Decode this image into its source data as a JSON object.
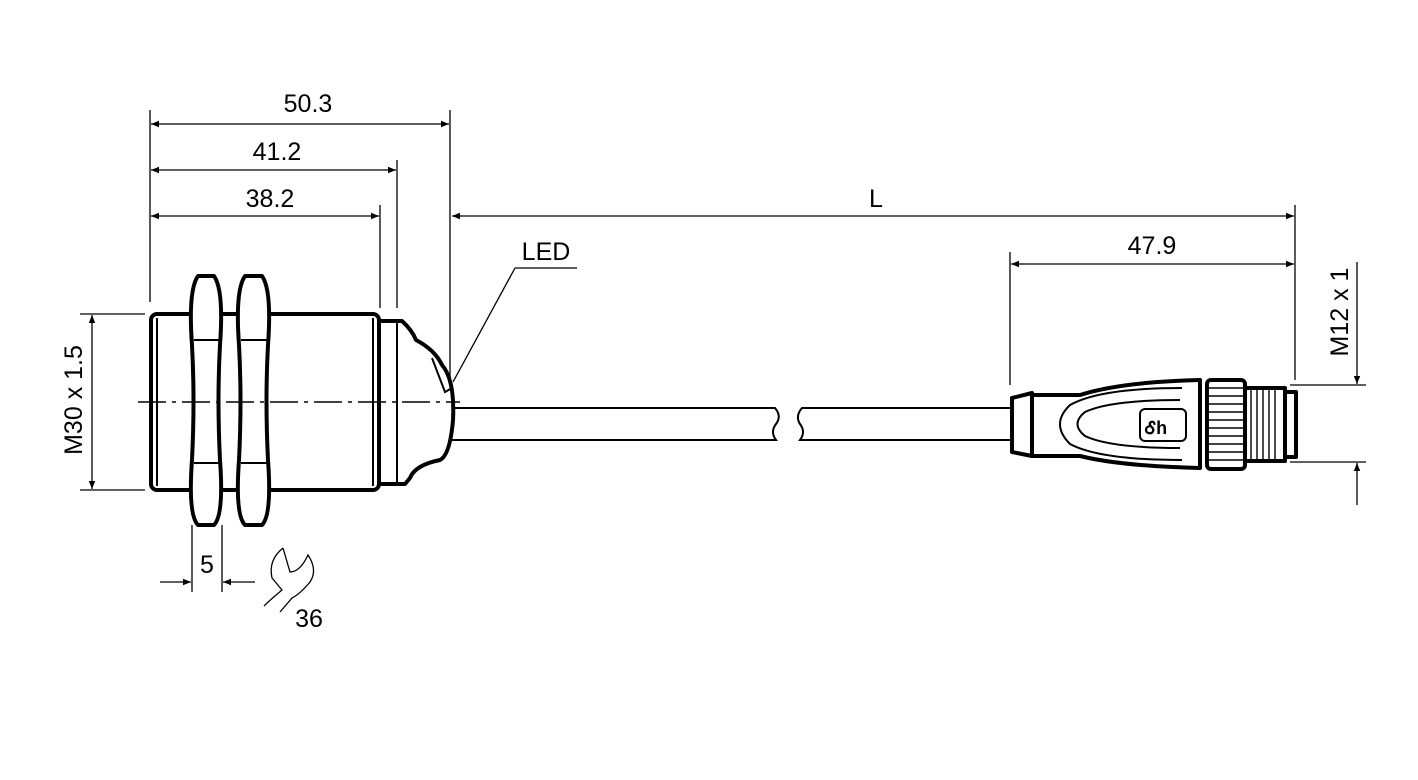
{
  "dimensions": {
    "overall_length": "50.3",
    "length_to_cap": "41.2",
    "thread_length": "38.2",
    "cable_length": "L",
    "connector_length": "47.9",
    "sensor_thread": "M30 x 1.5",
    "connector_thread": "M12 x 1",
    "nut_thickness": "5",
    "wrench_size": "36"
  },
  "labels": {
    "led": "LED"
  },
  "colors": {
    "line": "#000000",
    "background": "#ffffff"
  }
}
